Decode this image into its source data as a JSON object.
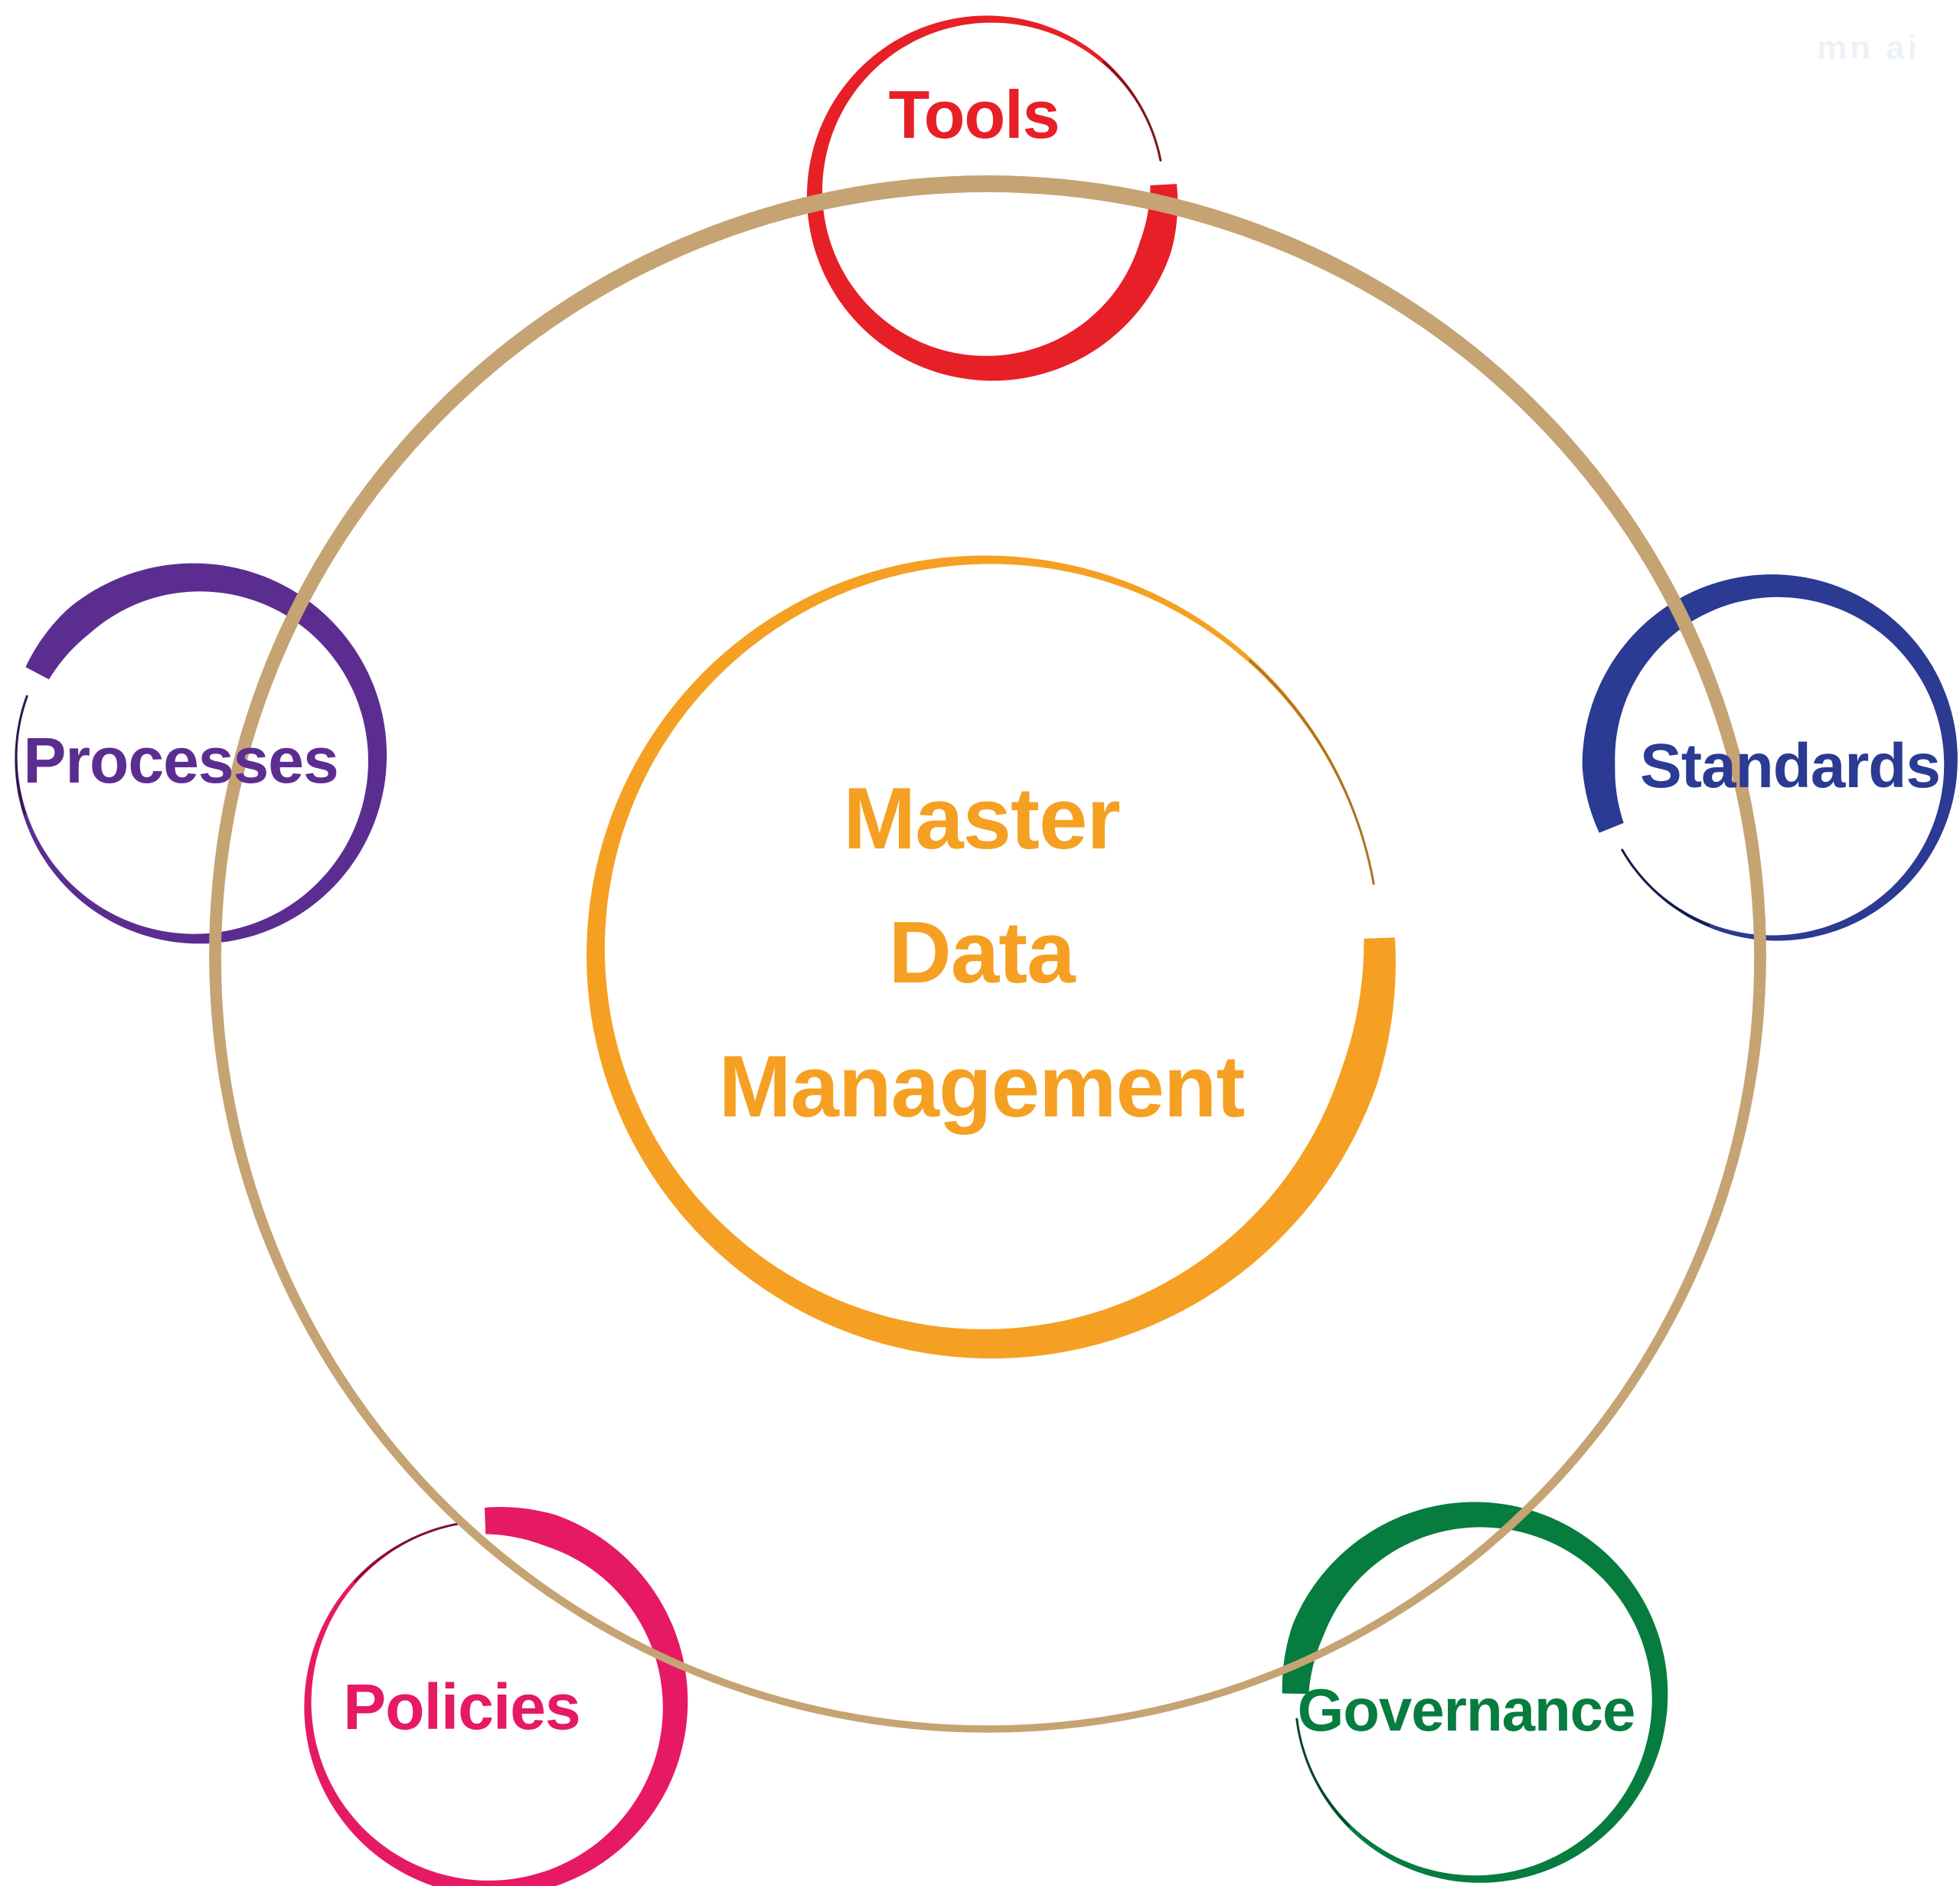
{
  "title": "Master Data Management",
  "watermark": "mn ai",
  "orbit": {
    "color": "#C6A373"
  },
  "center": {
    "lines": [
      "Master",
      "Data",
      "Management"
    ],
    "color": "#F5A023",
    "tail_color": "#A87428"
  },
  "nodes": [
    {
      "id": "tools",
      "label": "Tools",
      "color": "#E71F26",
      "tail_color": "#7C1518"
    },
    {
      "id": "standards",
      "label": "Standards",
      "color": "#2B3A92",
      "tail_color": "#151A45"
    },
    {
      "id": "governance",
      "label": "Governance",
      "color": "#067C3F",
      "tail_color": "#0A4527"
    },
    {
      "id": "policies",
      "label": "Policies",
      "color": "#E61A64",
      "tail_color": "#7A1038"
    },
    {
      "id": "processes",
      "label": "Processes",
      "color": "#5C2D91",
      "tail_color": "#2E1650"
    }
  ]
}
